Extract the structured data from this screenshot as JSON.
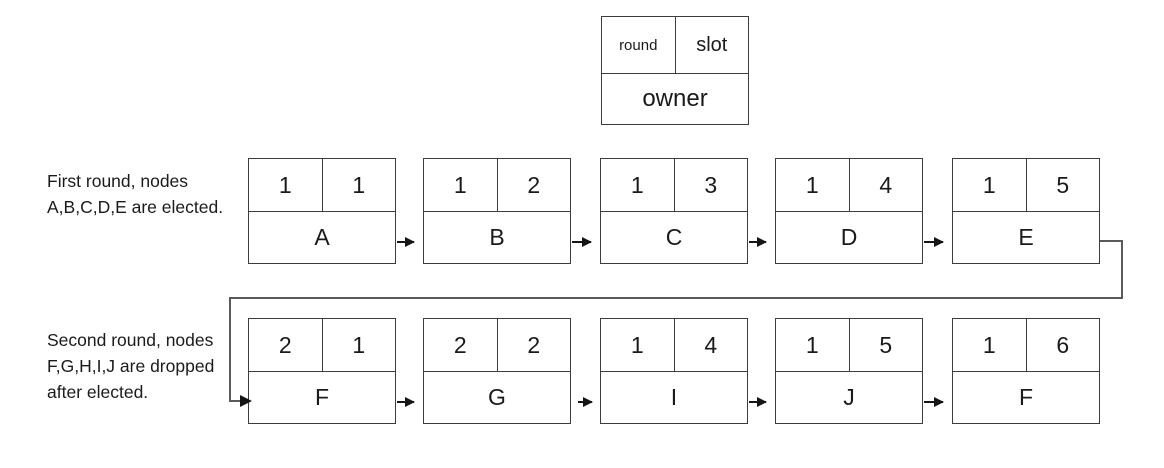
{
  "legend": {
    "round_label": "round",
    "slot_label": "slot",
    "owner_label": "owner"
  },
  "captions": {
    "first_round": "First round, nodes A,B,C,D,E are elected.",
    "second_round": "Second round, nodes F,G,H,I,J are dropped after elected."
  },
  "rows": [
    {
      "id": "row-1",
      "nodes": [
        {
          "round": "1",
          "slot": "1",
          "owner": "A"
        },
        {
          "round": "1",
          "slot": "2",
          "owner": "B"
        },
        {
          "round": "1",
          "slot": "3",
          "owner": "C"
        },
        {
          "round": "1",
          "slot": "4",
          "owner": "D"
        },
        {
          "round": "1",
          "slot": "5",
          "owner": "E"
        }
      ]
    },
    {
      "id": "row-2",
      "nodes": [
        {
          "round": "2",
          "slot": "1",
          "owner": "F"
        },
        {
          "round": "2",
          "slot": "2",
          "owner": "G"
        },
        {
          "round": "1",
          "slot": "4",
          "owner": "I"
        },
        {
          "round": "1",
          "slot": "5",
          "owner": "J"
        },
        {
          "round": "1",
          "slot": "6",
          "owner": "F"
        }
      ]
    }
  ],
  "colors": {
    "border": "#3d3d3d",
    "arrow": "#161616",
    "text": "#1a1a1a",
    "background": "#ffffff"
  }
}
